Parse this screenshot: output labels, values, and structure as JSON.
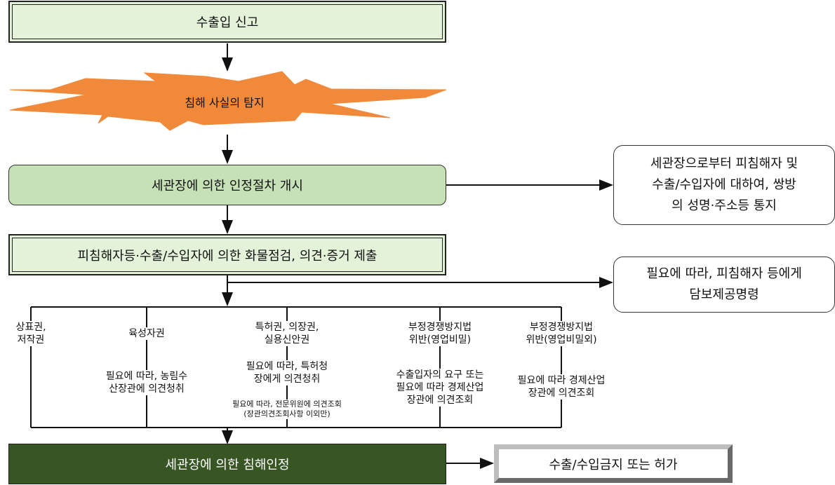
{
  "steps": {
    "declaration": "수출입 신고",
    "detection": "침해 사실의 탐지",
    "procedure_start": "세관장에 의한 인정절차 개시",
    "inspection": "피침해자등·수출/수입자에 의한 화물점검, 의견·증거 제출",
    "recognition": "세관장에 의한 침해인정"
  },
  "notes": {
    "notice_lines": [
      "세관장으로부터 피침해자 및",
      "수출/수입자에 대하여, 쌍방",
      "의 성명·주소등 통지"
    ],
    "security_lines": [
      "필요에 따라, 피침해자 등에게",
      "담보제공명령"
    ]
  },
  "result": "수출/수입금지 또는 허가",
  "branches": [
    {
      "title_lines": [
        "상표권,",
        "저작권"
      ],
      "detail_lines": []
    },
    {
      "title_lines": [
        "육성자권"
      ],
      "detail_lines": [
        "필요에 따라, 농림수",
        "산장관에 의견청취"
      ]
    },
    {
      "title_lines": [
        "특허권, 의장권,",
        "실용신안권"
      ],
      "detail_lines": [
        "필요에 따라, 특허청",
        "장에게 의견청취"
      ],
      "extra_lines": [
        "필요에 따라, 전문위원에 의견조회",
        "(장관의견조회사항 이외만)"
      ]
    },
    {
      "title_lines": [
        "부정경쟁방지법",
        "위반(영업비밀)"
      ],
      "detail_lines": [
        "수출입자의 요구 또는",
        "필요에 따라 경제산업",
        "장관에 의견조회"
      ]
    },
    {
      "title_lines": [
        "부정경쟁방지법",
        "위반(영업비밀외)"
      ],
      "detail_lines": [
        "필요에 따라 경제산업",
        "장관에 의견조회"
      ]
    }
  ],
  "colors": {
    "light_green": "#e3f2d9",
    "mid_green": "#c5e1b5",
    "dark_green": "#375623",
    "burst_orange": "#f08a3a"
  }
}
